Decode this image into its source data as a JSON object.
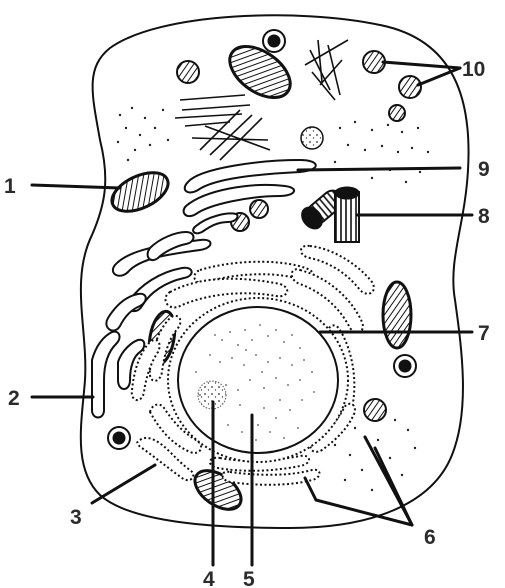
{
  "labels": [
    {
      "id": "1",
      "text": "1"
    },
    {
      "id": "2",
      "text": "2"
    },
    {
      "id": "3",
      "text": "3"
    },
    {
      "id": "4",
      "text": "4"
    },
    {
      "id": "5",
      "text": "5"
    },
    {
      "id": "6",
      "text": "6"
    },
    {
      "id": "7",
      "text": "7"
    },
    {
      "id": "8",
      "text": "8"
    },
    {
      "id": "9",
      "text": "9"
    },
    {
      "id": "10",
      "text": "10"
    }
  ]
}
